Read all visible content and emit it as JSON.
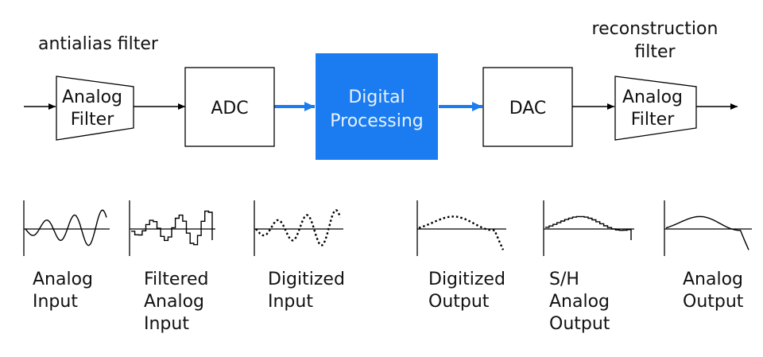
{
  "annotations": {
    "antialias": "antialias filter",
    "reconstruction_line1": "reconstruction",
    "reconstruction_line2": "filter"
  },
  "blocks": {
    "input_filter": [
      "Analog",
      "Filter"
    ],
    "adc": "ADC",
    "processing": [
      "Digital",
      "Processing"
    ],
    "dac": "DAC",
    "output_filter": [
      "Analog",
      "Filter"
    ]
  },
  "signals": [
    {
      "lines": [
        "Analog",
        "Input"
      ]
    },
    {
      "lines": [
        "Filtered",
        "Analog",
        "Input"
      ]
    },
    {
      "lines": [
        "Digitized",
        "Input"
      ]
    },
    {
      "lines": [
        "Digitized",
        "Output"
      ]
    },
    {
      "lines": [
        "S/H",
        "Analog",
        "Output"
      ]
    },
    {
      "lines": [
        "Analog",
        "Output"
      ]
    }
  ],
  "colors": {
    "accent": "#1a7cf0",
    "line": "#000000",
    "text": "#111111",
    "accent_text": "#e8f1fc"
  }
}
